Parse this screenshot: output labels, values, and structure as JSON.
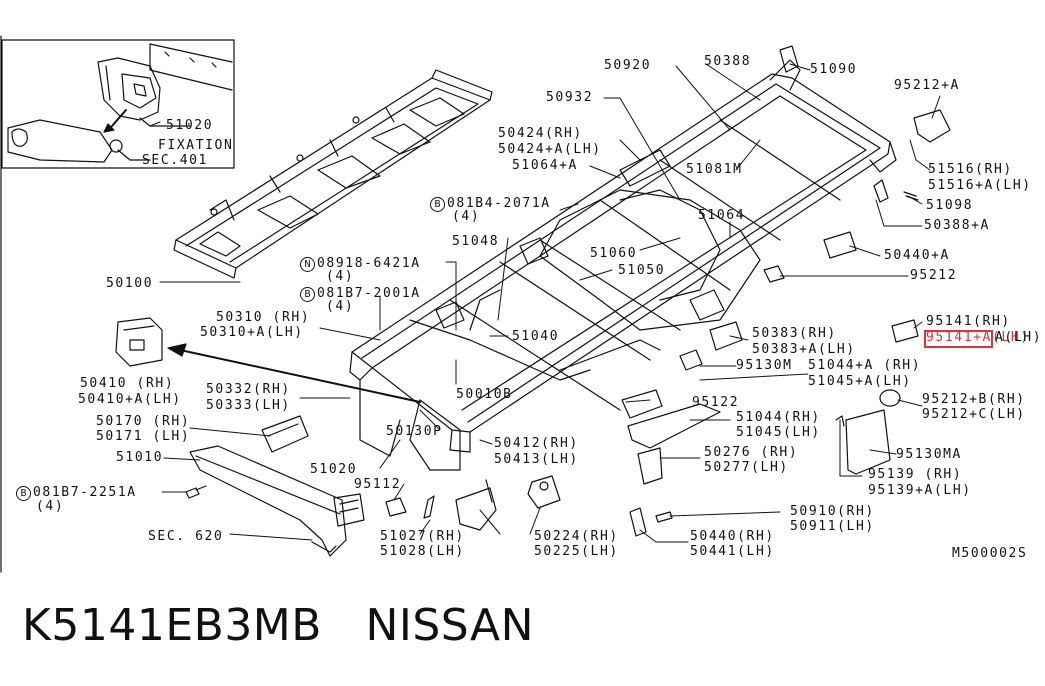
{
  "caption": {
    "part_number": "K5141EB3MB",
    "brand": "NISSAN"
  },
  "diagram_code": "M500002S",
  "inset": {
    "part": "51020",
    "fixation": "FIXATION",
    "sec": "SEC.401"
  },
  "highlight": {
    "part": "95141+A(LH)",
    "color": "#e0323a"
  },
  "labels": {
    "p50920": "50920",
    "p50388": "50388",
    "p51090": "51090",
    "p95212a": "95212+A",
    "p50932": "50932",
    "p50424rh": "50424(RH)",
    "p50424lh": "50424+A(LH)",
    "p51064a": "51064+A",
    "p51081m": "51081M",
    "p51516rh": "51516(RH)",
    "p51516lh": "51516+A(LH)",
    "p51098": "51098",
    "bolt1_mark": "B",
    "bolt1": "081B4-2071A",
    "bolt1_qty": "(4)",
    "p50388a": "50388+A",
    "p51064": "51064",
    "p51048": "51048",
    "p51060": "51060",
    "p50440a": "50440+A",
    "nut_mark": "N",
    "nut": "08918-6421A",
    "nut_qty": "(4)",
    "p51050": "51050",
    "p95212": "95212",
    "p50100": "50100",
    "bolt2_mark": "B",
    "bolt2": "081B7-2001A",
    "bolt2_qty": "(4)",
    "p50310rh": "50310 (RH)",
    "p50310lh": "50310+A(LH)",
    "p51040": "51040",
    "p95141rh": "95141(RH)",
    "p95141lh_rest": "A(LH)",
    "p50383rh": "50383(RH)",
    "p50383lh": "50383+A(LH)",
    "p95130m": "95130M",
    "p51044arh": "51044+A (RH)",
    "p51045alh": "51045+A(LH)",
    "p50410rh": "50410 (RH)",
    "p50410lh": "50410+A(LH)",
    "p50332": "50332(RH)",
    "p50333": "50333(LH)",
    "p50010b": "50010B",
    "p95122": "95122",
    "p95212brh": "95212+B(RH)",
    "p95212clh": "95212+C(LH)",
    "p50170": "50170 (RH)",
    "p50171": "50171 (LH)",
    "p51044rh": "51044(RH)",
    "p51045lh": "51045(LH)",
    "p50130p": "50130P",
    "p50412rh": "50412(RH)",
    "p50413lh": "50413(LH)",
    "p95130ma": "95130MA",
    "p51010": "51010",
    "p50276": "50276 (RH)",
    "p50277": "50277(LH)",
    "p51020": "51020",
    "p95139rh": "95139 (RH)",
    "p95139lh": "95139+A(LH)",
    "bolt3_mark": "B",
    "bolt3": "081B7-2251A",
    "bolt3_qty": "(4)",
    "p95112": "95112",
    "p50910": "50910(RH)",
    "p50911": "50911(LH)",
    "sec620": "SEC. 620",
    "p51027": "51027(RH)",
    "p51028": "51028(LH)",
    "p50224": "50224(RH)",
    "p50225": "50225(LH)",
    "p50440rh": "50440(RH)",
    "p50441lh": "50441(LH)"
  }
}
